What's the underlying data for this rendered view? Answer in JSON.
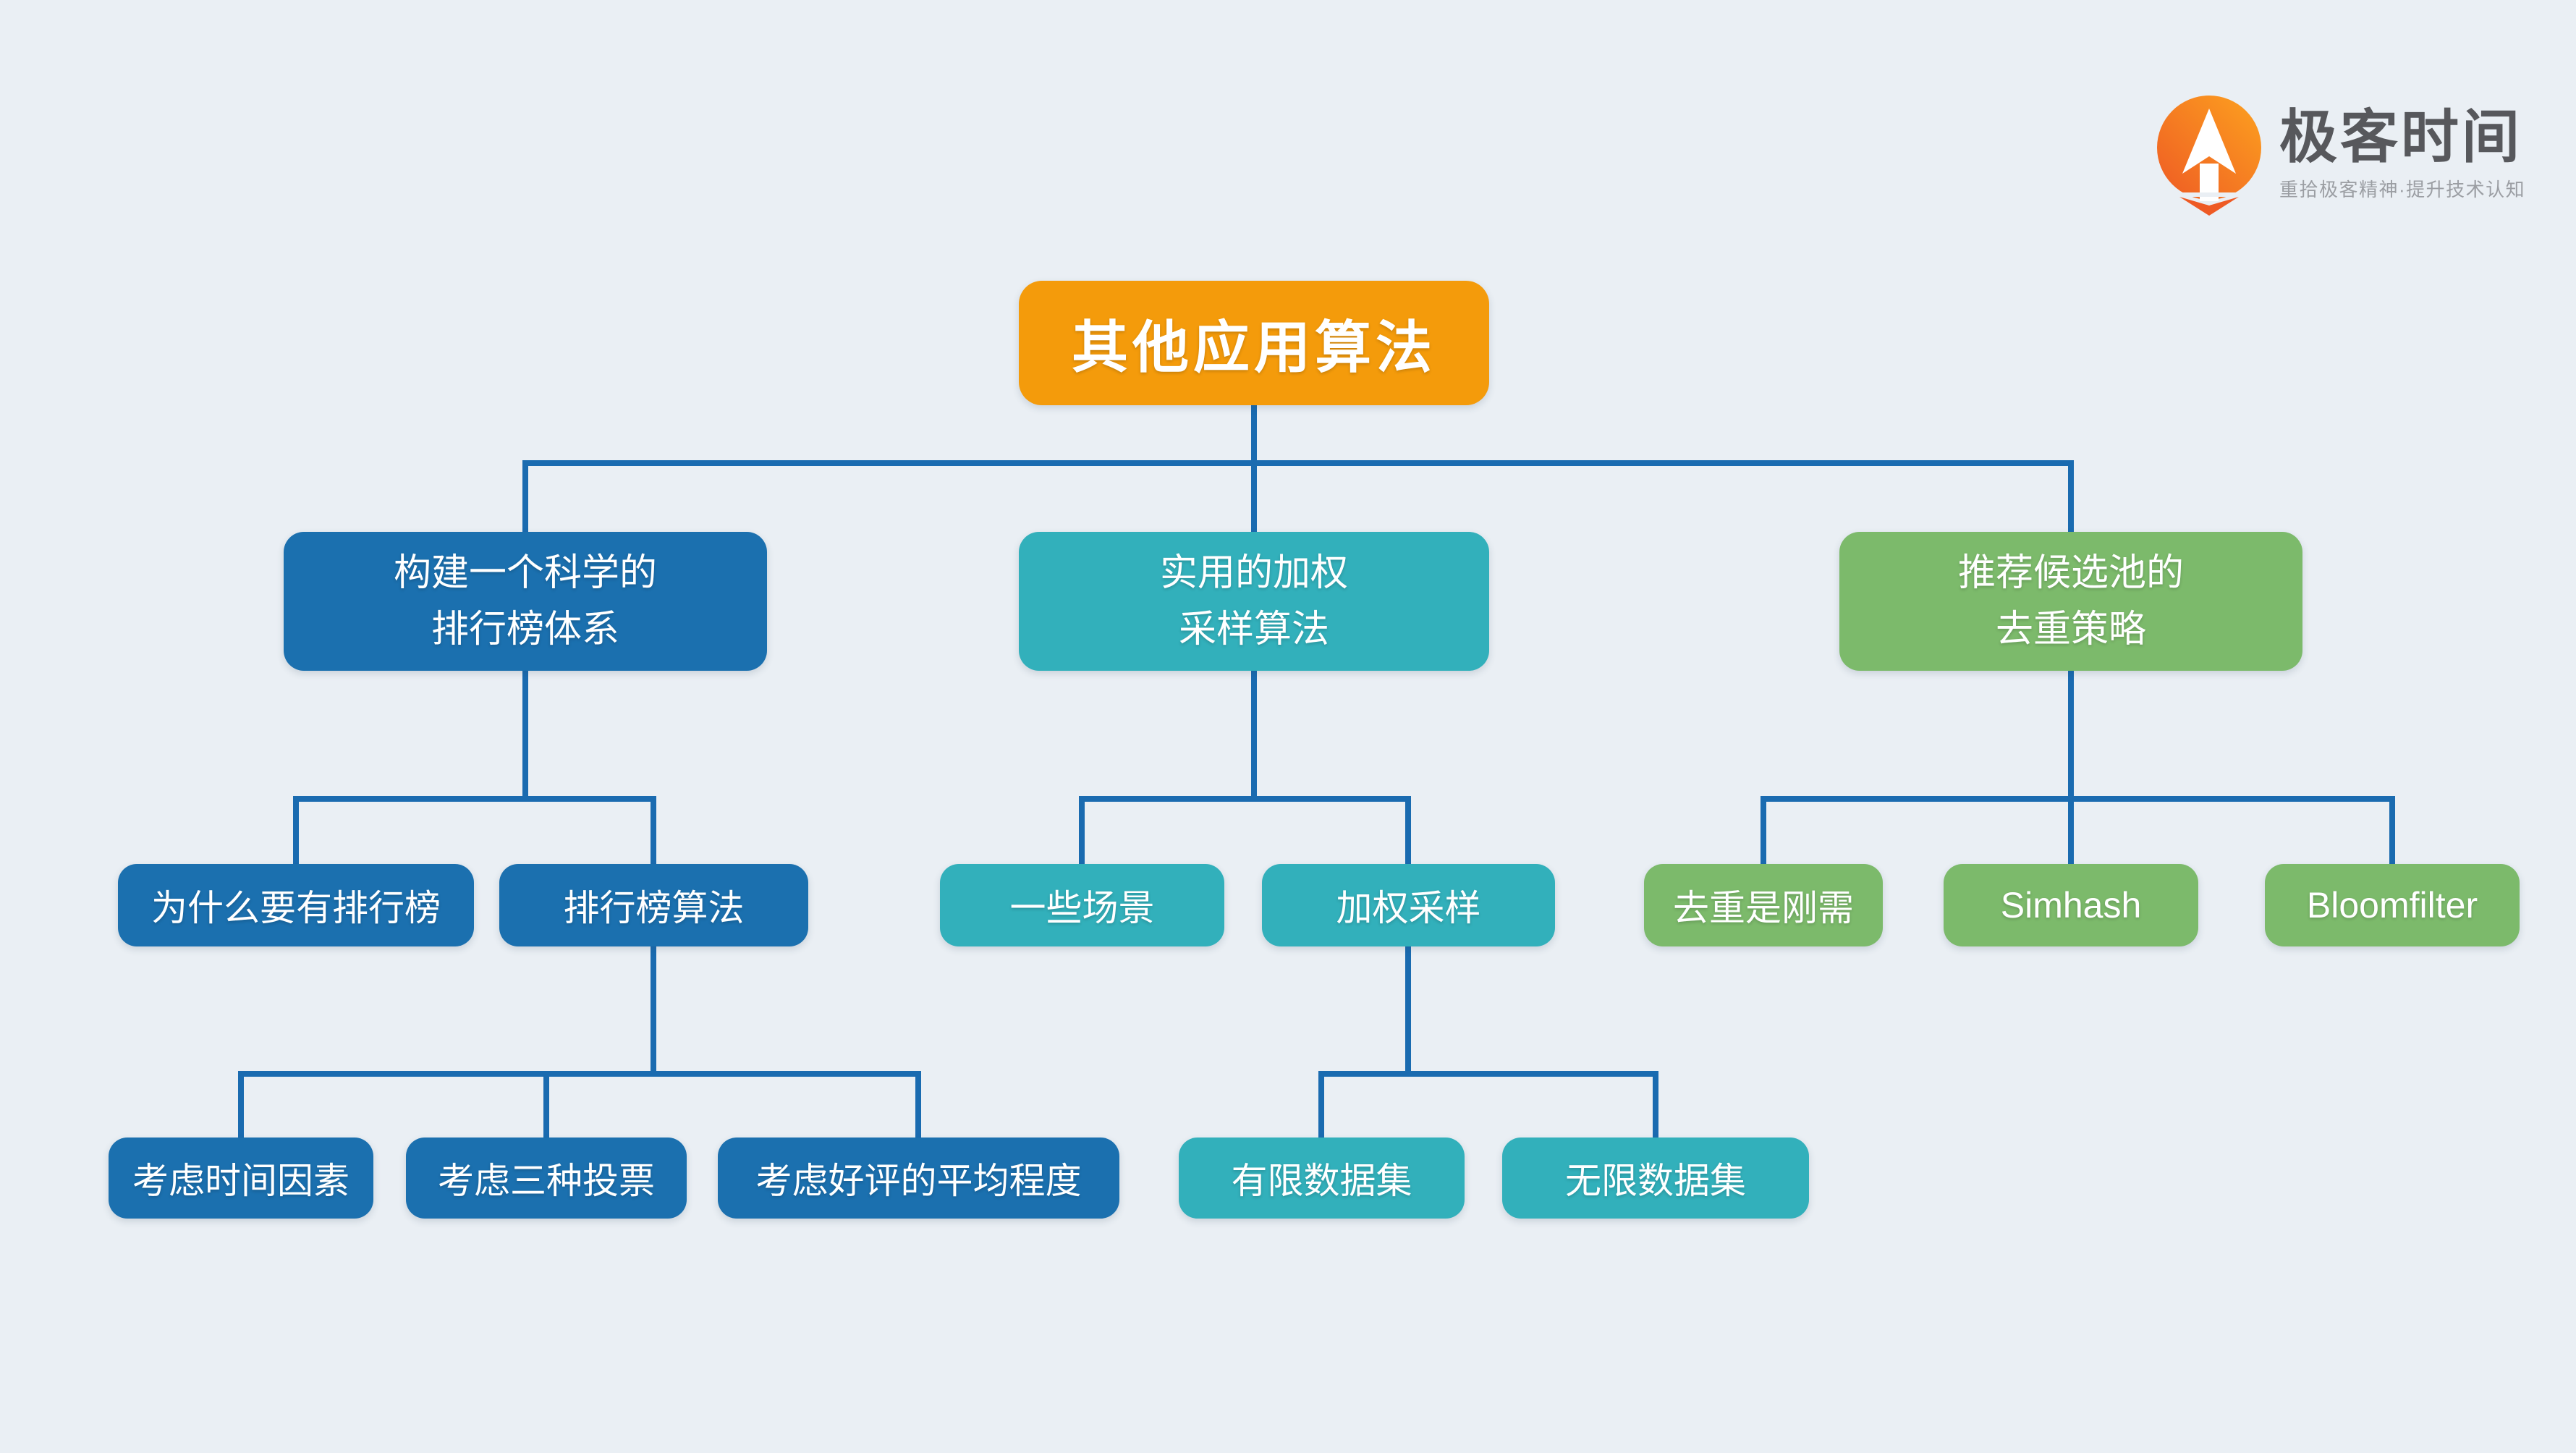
{
  "page": {
    "background_color": "#eaeff4"
  },
  "logo": {
    "icon": "geektime-pin-icon",
    "title": "极客时间",
    "tagline": "重拾极客精神·提升技术认知",
    "colors": {
      "icon_orange_top": "#fda21f",
      "icon_orange_bottom": "#ee5a24",
      "title_text": "#57585c",
      "tagline_text": "#9b9ea3"
    }
  },
  "diagram": {
    "type": "mindmap-tree",
    "connector_color": "#1a6bb0",
    "node_colors": {
      "root": "#f49b0b",
      "left_branch": "#1b70af",
      "middle_branch": "#32b0bb",
      "right_branch": "#7cba6b"
    },
    "root": {
      "label": "其他应用算法"
    },
    "branches": [
      {
        "label": "构建一个科学的\n排行榜体系",
        "children": [
          {
            "label": "为什么要有排行榜",
            "children": []
          },
          {
            "label": "排行榜算法",
            "children": [
              {
                "label": "考虑时间因素"
              },
              {
                "label": "考虑三种投票"
              },
              {
                "label": "考虑好评的平均程度"
              }
            ]
          }
        ]
      },
      {
        "label": "实用的加权\n采样算法",
        "children": [
          {
            "label": "一些场景",
            "children": []
          },
          {
            "label": "加权采样",
            "children": [
              {
                "label": "有限数据集"
              },
              {
                "label": "无限数据集"
              }
            ]
          }
        ]
      },
      {
        "label": "推荐候选池的\n去重策略",
        "children": [
          {
            "label": "去重是刚需",
            "children": []
          },
          {
            "label": "Simhash",
            "children": []
          },
          {
            "label": "Bloomfilter",
            "children": []
          }
        ]
      }
    ]
  }
}
